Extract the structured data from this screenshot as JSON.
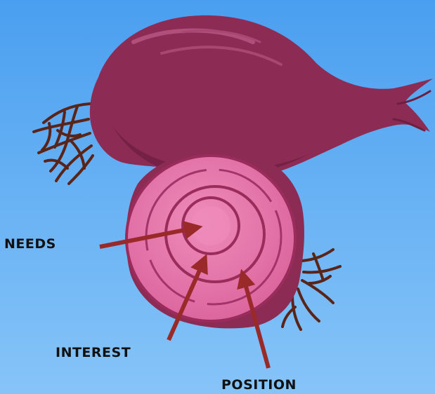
{
  "diagram": {
    "labels": {
      "needs": "NEEDS",
      "interest": "INTEREST",
      "position": "POSITION"
    },
    "colors": {
      "background_top": "#4a9ff0",
      "background_bottom": "#86c4f8",
      "onion_skin": "#8c2c54",
      "onion_skin_dark": "#6e1f41",
      "onion_highlight": "#b0507a",
      "cut_face": "#e06a9e",
      "cut_face_light": "#ea86b4",
      "ring_line": "#9a2c5c",
      "roots": "#5a2418",
      "arrow": "#9a2a2a",
      "label_text": "#111111"
    }
  }
}
